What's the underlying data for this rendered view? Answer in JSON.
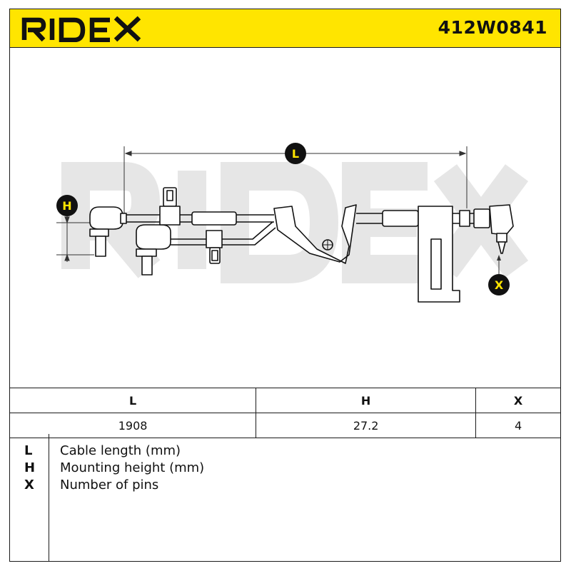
{
  "header": {
    "brand": "RIDEX",
    "part_number": "412W0841",
    "brand_color": "#111111",
    "background_color": "#ffe500"
  },
  "drawing": {
    "watermark": "RIDEX",
    "dimension_markers": [
      "L",
      "H",
      "X"
    ]
  },
  "specs": {
    "columns": [
      "L",
      "H",
      "X"
    ],
    "values": [
      "1908",
      "27.2",
      "4"
    ]
  },
  "legend": [
    {
      "key": "L",
      "text": "Cable length (mm)"
    },
    {
      "key": "H",
      "text": "Mounting height (mm)"
    },
    {
      "key": "X",
      "text": "Number of pins"
    }
  ]
}
